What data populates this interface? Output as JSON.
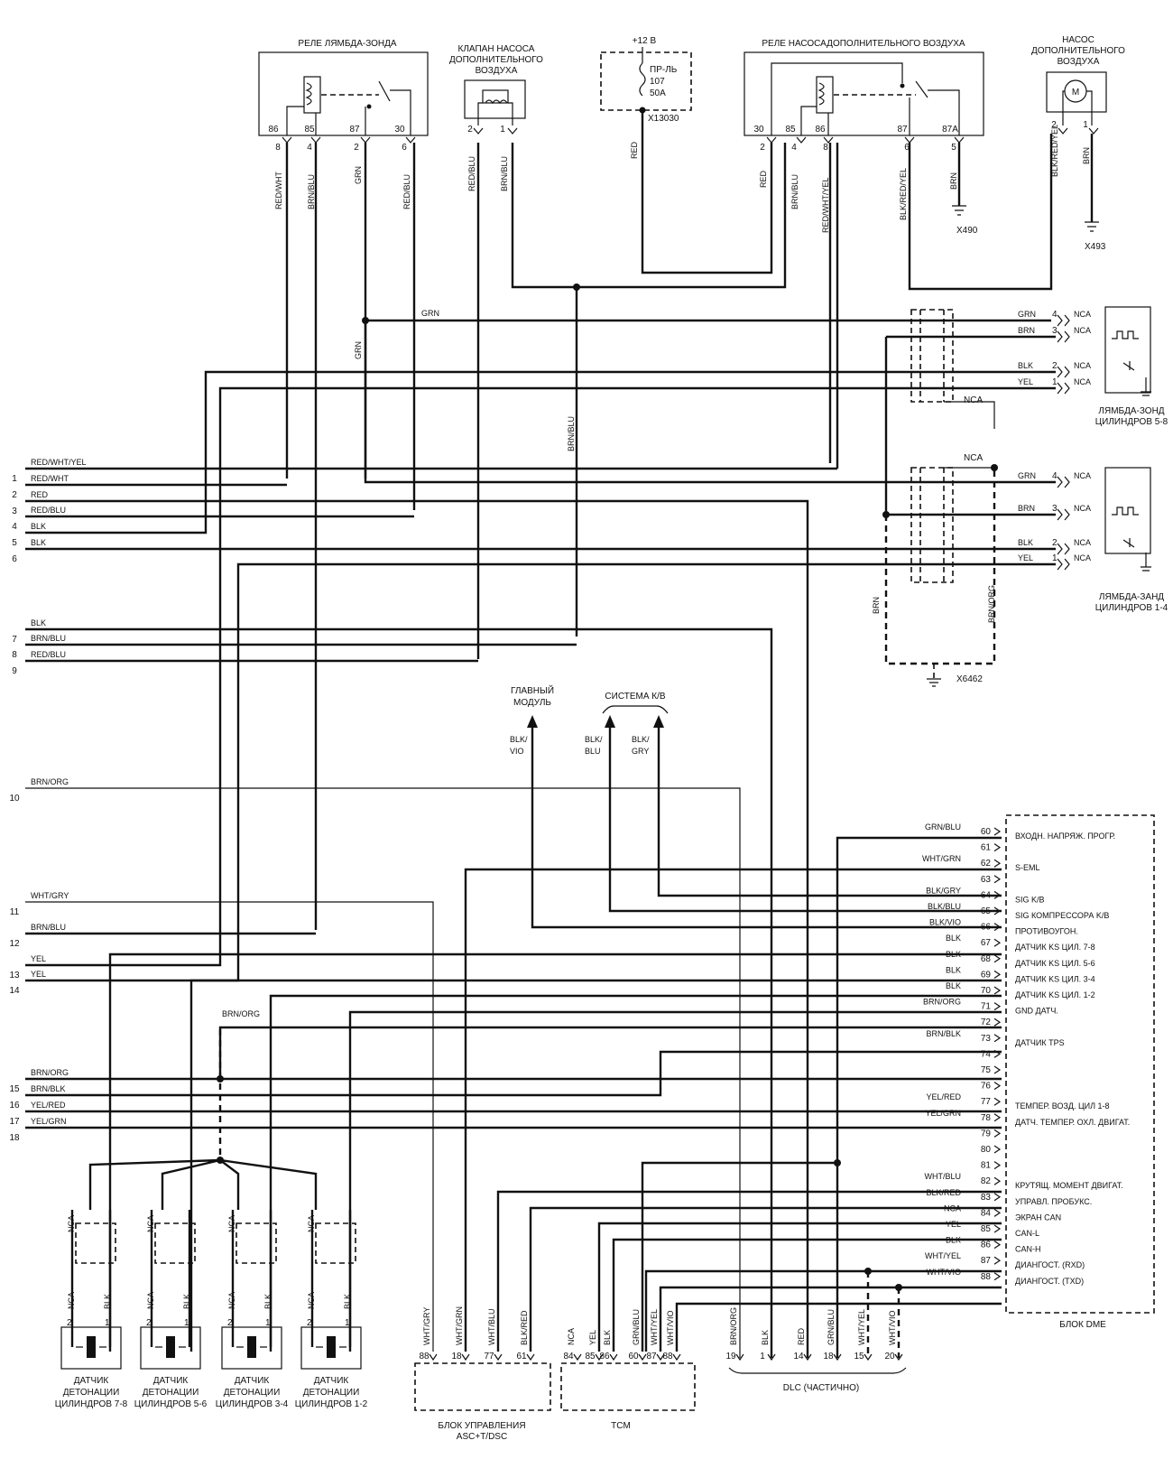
{
  "components": {
    "relay_lambda": {
      "title": "РЕЛЕ ЛЯМБДА-ЗОНДА",
      "pins_top": [
        "86",
        "85",
        "87",
        "30"
      ],
      "pins_bottom": [
        "8",
        "4",
        "2",
        "6"
      ]
    },
    "valve_air_pump": {
      "title_lines": [
        "КЛАПАН НАСОСА",
        "ДОПОЛНИТЕЛЬНОГО",
        "ВОЗДУХА"
      ],
      "pins": [
        "2",
        "1"
      ]
    },
    "supply_12v": {
      "title": "+12 В",
      "fuse_lines": [
        "ПР-ЛЬ",
        "107",
        "50А"
      ],
      "connector": "X13030"
    },
    "relay_air_pump": {
      "title": "РЕЛЕ НАСОСАДОПОЛНИТЕЛЬНОГО ВОЗДУХА",
      "pins_top": [
        "30",
        "85",
        "86",
        "87",
        "87A"
      ],
      "pins_bottom": [
        "2",
        "4",
        "8",
        "6",
        "5"
      ],
      "ground": "X490"
    },
    "air_pump": {
      "title_lines": [
        "НАСОС",
        "ДОПОЛНИТЕЛЬНОГО",
        "ВОЗДУХА"
      ],
      "pins": [
        "2",
        "1"
      ],
      "ground": "X493"
    },
    "lambda_5_8": {
      "label_lines": [
        "ЛЯМБДА-ЗОНД",
        "ЦИЛИНДРОВ 5-8"
      ]
    },
    "lambda_1_4": {
      "label_lines": [
        "ЛЯМБДА-ЗАНД",
        "ЦИЛИНДРОВ 1-4"
      ]
    },
    "ground_x6462": "X6462",
    "main_module": {
      "title_lines": [
        "ГЛАВНЫЙ",
        "МОДУЛЬ"
      ],
      "wire_lines": [
        "BLK/",
        "VIO"
      ]
    },
    "ac_system": {
      "title": "СИСТЕМА К/В",
      "wire1_lines": [
        "BLK/",
        "BLU"
      ],
      "wire2_lines": [
        "BLK/",
        "GRY"
      ]
    },
    "knock_sensors": [
      {
        "label_lines": [
          "ДАТЧИК",
          "ДЕТОНАЦИИ",
          "ЦИЛИНДРОВ 7-8"
        ]
      },
      {
        "label_lines": [
          "ДАТЧИК",
          "ДЕТОНАЦИИ",
          "ЦИЛИНДРОВ 5-6"
        ]
      },
      {
        "label_lines": [
          "ДАТЧИК",
          "ДЕТОНАЦИИ",
          "ЦИЛИНДРОВ 3-4"
        ]
      },
      {
        "label_lines": [
          "ДАТЧИК",
          "ДЕТОНАЦИИ",
          "ЦИЛИНДРОВ 1-2"
        ]
      }
    ],
    "asc_block": {
      "label_lines": [
        "БЛОК УПРАВЛЕНИЯ",
        "ASC+T/DSC"
      ],
      "pins": [
        "88",
        "18",
        "77",
        "61"
      ],
      "wires": [
        "WHT/GRY",
        "WHT/GRN",
        "WHT/BLU",
        "BLK/RED"
      ]
    },
    "tcm": {
      "label": "TCM",
      "pins": [
        "84",
        "85",
        "86",
        "60",
        "87",
        "88"
      ],
      "wires": [
        "NCA",
        "YEL",
        "BLK",
        "GRN/BLU",
        "WHT/YEL",
        "WHT/VIO"
      ]
    },
    "dlc": {
      "label": "DLC (ЧАСТИЧНО)",
      "pins": [
        "19",
        "1",
        "14",
        "18",
        "15",
        "20"
      ],
      "wires": [
        "BRN/ORG",
        "BLK",
        "RED",
        "GRN/BLU",
        "WHT/YEL",
        "WHT/VIO"
      ]
    },
    "dme": {
      "label": "БЛОК DME"
    }
  },
  "wires": {
    "relay_lambda": [
      "RED/WHT",
      "BRN/BLU",
      "GRN",
      "RED/BLU"
    ],
    "valve": [
      "RED/BLU",
      "BRN/BLU"
    ],
    "supply": "RED",
    "relay_air": [
      "RED",
      "BRN/BLU",
      "RED/WHT/YEL",
      "BLK/RED/YEL",
      "BRN"
    ],
    "air_pump": [
      "BLK/RED/YEL",
      "BRN"
    ],
    "grn_bus": "GRN",
    "grn_vertical": "GRN",
    "brn_blu_vertical": "BRN/BLU",
    "brn_gnd": "BRN",
    "brn_org_gnd": "BRN/ORG",
    "nca": "NCA",
    "brn_org_mid": "BRN/ORG"
  },
  "lambda_rows": {
    "upper": [
      {
        "wire": "GRN",
        "pin": "4",
        "nca": "NCA"
      },
      {
        "wire": "BRN",
        "pin": "3",
        "nca": "NCA"
      },
      {
        "wire": "BLK",
        "pin": "2",
        "nca": "NCA"
      },
      {
        "wire": "YEL",
        "pin": "1",
        "nca": "NCA"
      }
    ],
    "lower": [
      {
        "wire": "GRN",
        "pin": "4",
        "nca": "NCA"
      },
      {
        "wire": "BRN",
        "pin": "3",
        "nca": "NCA"
      },
      {
        "wire": "BLK",
        "pin": "2",
        "nca": "NCA"
      },
      {
        "wire": "YEL",
        "pin": "1",
        "nca": "NCA"
      }
    ]
  },
  "left_rows": [
    {
      "num": "1",
      "wire": "RED/WHT/YEL"
    },
    {
      "num": "2",
      "wire": "RED/WHT"
    },
    {
      "num": "3",
      "wire": "RED"
    },
    {
      "num": "4",
      "wire": "RED/BLU"
    },
    {
      "num": "5",
      "wire": "BLK"
    },
    {
      "num": "6",
      "wire": "BLK"
    },
    {
      "num": "7",
      "wire": "BLK"
    },
    {
      "num": "8",
      "wire": "BRN/BLU"
    },
    {
      "num": "9",
      "wire": "RED/BLU"
    },
    {
      "num": "10",
      "wire": "BRN/ORG"
    },
    {
      "num": "11",
      "wire": "WHT/GRY"
    },
    {
      "num": "12",
      "wire": "BRN/BLU"
    },
    {
      "num": "13",
      "wire": "YEL"
    },
    {
      "num": "14",
      "wire": "YEL"
    },
    {
      "num": "15",
      "wire": "BRN/ORG"
    },
    {
      "num": "16",
      "wire": "BRN/BLK"
    },
    {
      "num": "17",
      "wire": "YEL/RED"
    },
    {
      "num": "18",
      "wire": "YEL/GRN"
    }
  ],
  "dme_pins": [
    {
      "pin": "60",
      "wire": "GRN/BLU",
      "func": "ВХОДН. НАПРЯЖ. ПРОГР."
    },
    {
      "pin": "61",
      "wire": "",
      "func": ""
    },
    {
      "pin": "62",
      "wire": "WHT/GRN",
      "func": "S-EML"
    },
    {
      "pin": "63",
      "wire": "",
      "func": ""
    },
    {
      "pin": "64",
      "wire": "BLK/GRY",
      "func": "SIG K/B"
    },
    {
      "pin": "65",
      "wire": "BLK/BLU",
      "func": "SIG КОМПРЕССОРА K/B"
    },
    {
      "pin": "66",
      "wire": "BLK/VIO",
      "func": "ПРОТИВОУГОН."
    },
    {
      "pin": "67",
      "wire": "BLK",
      "func": "ДАТЧИК KS ЦИЛ. 7-8"
    },
    {
      "pin": "68",
      "wire": "BLK",
      "func": "ДАТЧИК KS ЦИЛ. 5-6"
    },
    {
      "pin": "69",
      "wire": "BLK",
      "func": "ДАТЧИК KS ЦИЛ. 3-4"
    },
    {
      "pin": "70",
      "wire": "BLK",
      "func": "ДАТЧИК KS ЦИЛ. 1-2"
    },
    {
      "pin": "71",
      "wire": "BRN/ORG",
      "func": "GND ДАТЧ."
    },
    {
      "pin": "72",
      "wire": "",
      "func": ""
    },
    {
      "pin": "73",
      "wire": "BRN/BLK",
      "func": "ДАТЧИК TPS"
    },
    {
      "pin": "74",
      "wire": "",
      "func": ""
    },
    {
      "pin": "75",
      "wire": "",
      "func": ""
    },
    {
      "pin": "76",
      "wire": "",
      "func": ""
    },
    {
      "pin": "77",
      "wire": "YEL/RED",
      "func": "ТЕМПЕР. ВОЗД. ЦИЛ 1-8"
    },
    {
      "pin": "78",
      "wire": "YEL/GRN",
      "func": "ДАТЧ. ТЕМПЕР. ОХЛ. ДВИГАТ."
    },
    {
      "pin": "79",
      "wire": "",
      "func": ""
    },
    {
      "pin": "80",
      "wire": "",
      "func": ""
    },
    {
      "pin": "81",
      "wire": "",
      "func": ""
    },
    {
      "pin": "82",
      "wire": "WHT/BLU",
      "func": "КРУТЯЩ. МОМЕНТ ДВИГАТ."
    },
    {
      "pin": "83",
      "wire": "BLK/RED",
      "func": "УПРАВЛ. ПРОБУКС."
    },
    {
      "pin": "84",
      "wire": "NCA",
      "func": "ЭКРАН CAN"
    },
    {
      "pin": "85",
      "wire": "YEL",
      "func": "CAN-L"
    },
    {
      "pin": "86",
      "wire": "BLK",
      "func": "CAN-H"
    },
    {
      "pin": "87",
      "wire": "WHT/YEL",
      "func": "ДИАНГОСТ. (RXD)"
    },
    {
      "pin": "88",
      "wire": "WHT/VIO",
      "func": "ДИАНГОСТ. (TXD)"
    }
  ],
  "knock_wires": [
    "NCA",
    "BLK"
  ],
  "knock_pins": [
    "2",
    "1"
  ]
}
